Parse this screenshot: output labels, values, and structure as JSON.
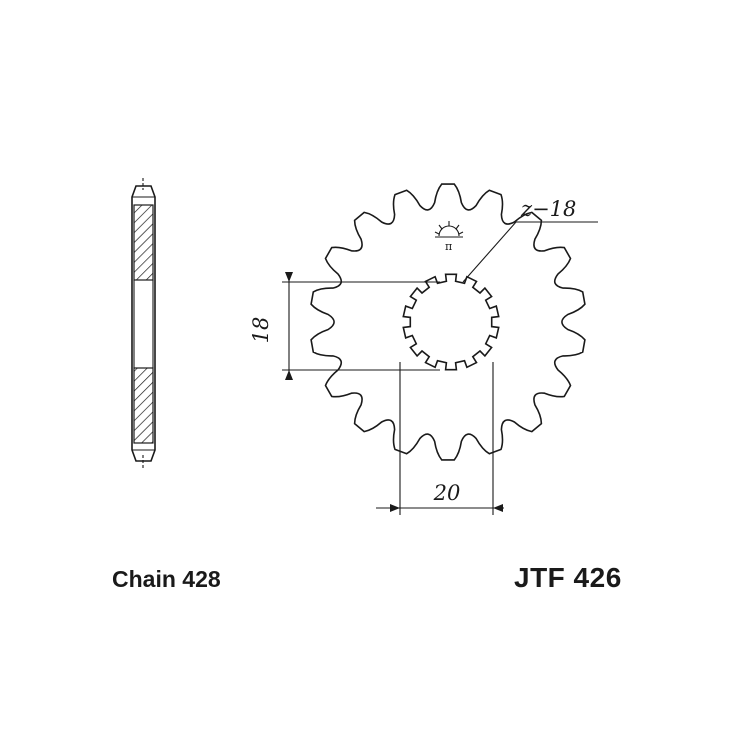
{
  "drawing": {
    "teeth_label": "z−18",
    "spline_dim_label": "18",
    "width_dim_label": "20"
  },
  "footer": {
    "chain": "Chain 428",
    "part_number": "JTF 426"
  },
  "colors": {
    "ink": "#1a1a1a",
    "background": "#ffffff"
  }
}
